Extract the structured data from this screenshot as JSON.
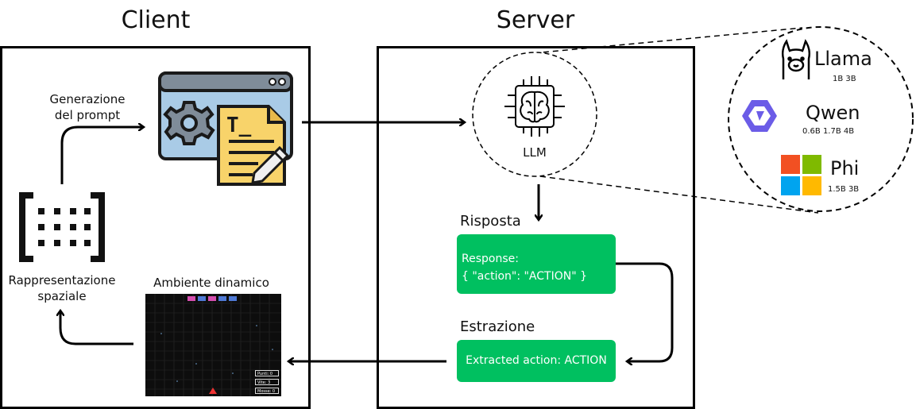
{
  "client": {
    "title": "Client",
    "prompt_label_line1": "Generazione",
    "prompt_label_line2": "del prompt",
    "spatial_label_line1": "Rappresentazione",
    "spatial_label_line2": "spaziale",
    "env_label": "Ambiente dinamico",
    "game_hud": [
      "Punti: 0",
      "Vite: 3",
      "Mosse: 0"
    ]
  },
  "server": {
    "title": "Server",
    "llm_label": "LLM",
    "response_heading": "Risposta",
    "response_line1": "Response:",
    "response_line2": "{ \"action\": \"ACTION\" }",
    "extraction_heading": "Estrazione",
    "extraction_text": "Extracted action: ACTION"
  },
  "models": [
    {
      "name": "Llama",
      "sizes": "1B 3B",
      "icon": "llama-icon"
    },
    {
      "name": "Qwen",
      "sizes": "0.6B 1.7B 4B",
      "icon": "qwen-icon"
    },
    {
      "name": "Phi",
      "sizes": "1.5B 3B",
      "icon": "microsoft-icon"
    }
  ],
  "colors": {
    "green_box": "#00c060",
    "config_window_blue": "#a9cbe6",
    "document_yellow": "#f8d36a",
    "ms_red": "#f25022",
    "ms_green": "#7fba00",
    "ms_blue": "#00a4ef",
    "ms_yellow": "#ffb900",
    "qwen_purple": "#6b5ce7"
  }
}
